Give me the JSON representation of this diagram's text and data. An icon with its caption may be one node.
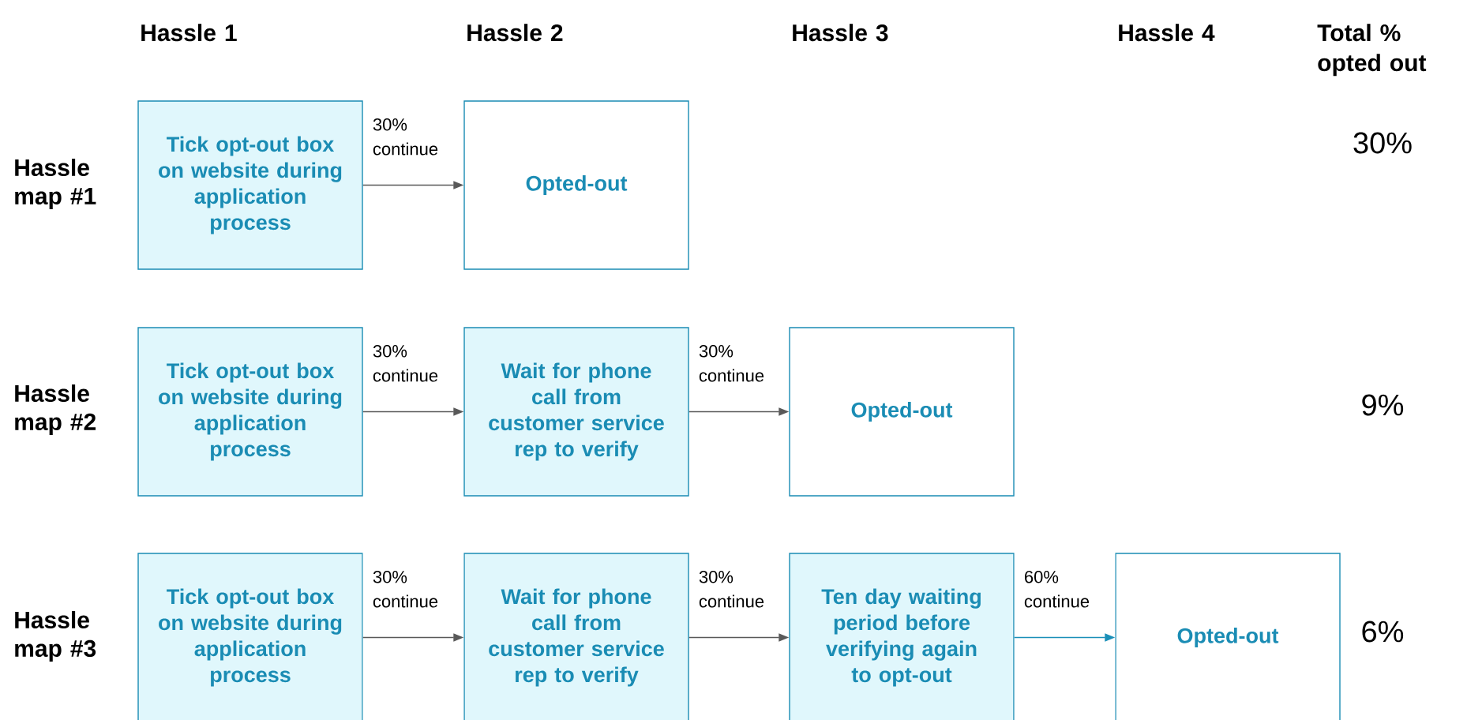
{
  "diagram": {
    "nodes": [
      {
        "text": [
          "Tick opt-out box on website during application process"
        ]
      },
      {
        "text": [
          "Opted-out"
        ]
      },
      {
        "text": [
          "Tick opt-out box on website during application process"
        ]
      },
      {
        "text": [
          "Wait for phone call from customer service rep to verify"
        ]
      },
      {
        "text": [
          "Opted-out"
        ]
      },
      {
        "text": [
          "Tick opt-out box on website during application process"
        ]
      },
      {
        "text": [
          "Wait for phone call from customer service rep to verify"
        ]
      },
      {
        "text": [
          "Ten day waiting period before verifying again to opt-out"
        ]
      },
      {
        "text": [
          "Opted-out"
        ]
      }
    ],
    "edges": [
      {
        "from": 0,
        "to": 1,
        "arrow": "to",
        "label": "30% continue"
      },
      {
        "from": 2,
        "to": 3,
        "arrow": "to",
        "label": "30% continue"
      },
      {
        "from": 3,
        "to": 4,
        "arrow": "to",
        "label": "30% continue"
      },
      {
        "from": 5,
        "to": 6,
        "arrow": "to",
        "label": "30% continue"
      },
      {
        "from": 6,
        "to": 7,
        "arrow": "to",
        "label": "30% continue"
      },
      {
        "from": 7,
        "to": 8,
        "arrow": "to",
        "label": "60% continue",
        "color": "#1a8fb8"
      }
    ],
    "labels": [
      "Hassle 1",
      "Hassle 2",
      "Hassle 3",
      "Hassle 4",
      "Total % opted out",
      "Hassle map #1",
      "30%",
      "Hassle map #2",
      "9%",
      "Hassle map #3",
      "6%"
    ]
  }
}
